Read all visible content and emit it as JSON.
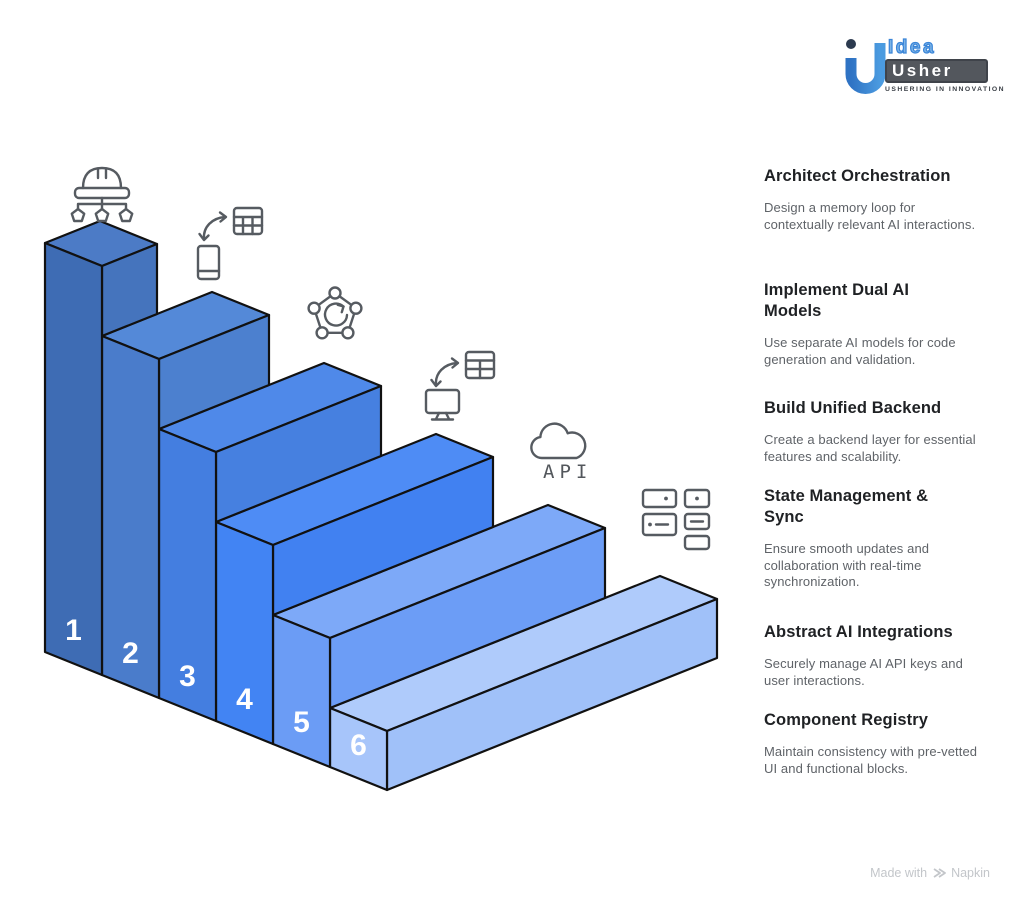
{
  "logo": {
    "brand_top": "Idea",
    "brand_bottom": "Usher",
    "tagline": "USHERING IN INNOVATION",
    "u_color": "#3A85D8",
    "dot_color": "#2C3A4F",
    "box_color": "#53575D"
  },
  "stairs": {
    "outline_color": "#111111",
    "number_color": "#ffffff",
    "api_label": "API",
    "steps": [
      {
        "number": "1",
        "icon": "architect-hierarchy-icon",
        "colors": {
          "front": "#3E6CB4",
          "top": "#4C7BC6",
          "side": "#4574BD"
        }
      },
      {
        "number": "2",
        "icon": "phone-table-sync-icon",
        "colors": {
          "front": "#4A7CCB",
          "top": "#5489D8",
          "side": "#4C80CF"
        }
      },
      {
        "number": "3",
        "icon": "pentagon-network-sync-icon",
        "colors": {
          "front": "#447EE0",
          "top": "#4F89E9",
          "side": "#4680E0"
        }
      },
      {
        "number": "4",
        "icon": "monitor-table-sync-icon",
        "colors": {
          "front": "#4284F3",
          "top": "#4E8CF5",
          "side": "#4181F1"
        }
      },
      {
        "number": "5",
        "icon": "cloud-api-icon",
        "colors": {
          "front": "#6B9CF5",
          "top": "#7DA9F8",
          "side": "#6C9DF6"
        }
      },
      {
        "number": "6",
        "icon": "component-blocks-icon",
        "colors": {
          "front": "#A7C5FA",
          "top": "#AFCBFB",
          "side": "#A0C1F9"
        }
      }
    ]
  },
  "sections": [
    {
      "title": "Architect Orchestration",
      "description": "Design a memory loop for contextually relevant AI interactions."
    },
    {
      "title": "Implement Dual AI\nModels",
      "description": "Use separate AI models for code generation and validation."
    },
    {
      "title": "Build Unified Backend",
      "description": "Create a backend layer for essential features and scalability."
    },
    {
      "title": "State Management &\nSync",
      "description": "Ensure smooth updates and collaboration with real-time synchronization."
    },
    {
      "title": "Abstract AI Integrations",
      "description": "Securely manage AI API keys and user interactions."
    },
    {
      "title": "Component Registry",
      "description": "Maintain consistency with pre-vetted UI and functional blocks."
    }
  ],
  "attribution": {
    "prefix": "Made with",
    "brand": "Napkin"
  }
}
